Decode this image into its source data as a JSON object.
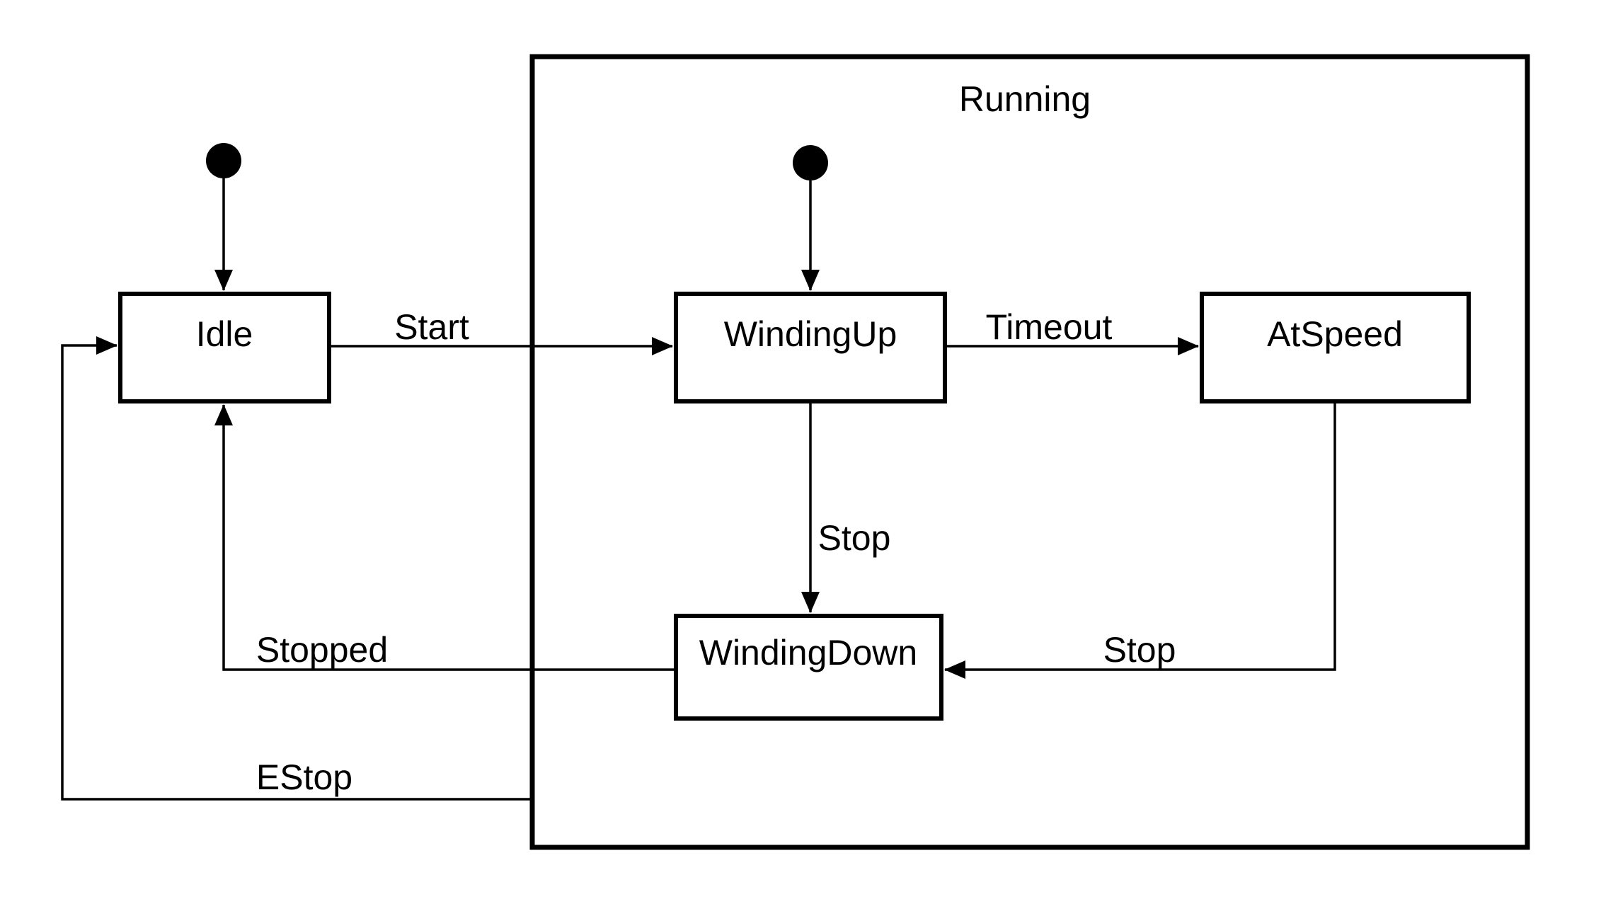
{
  "diagram": {
    "type": "uml-state-machine",
    "colors": {
      "line": "#000000",
      "background": "#ffffff"
    },
    "composite_region": {
      "id": "running",
      "label": "Running"
    },
    "states": [
      {
        "id": "idle",
        "label": "Idle",
        "inside_region": false
      },
      {
        "id": "windingup",
        "label": "WindingUp",
        "inside_region": true
      },
      {
        "id": "atspeed",
        "label": "AtSpeed",
        "inside_region": true
      },
      {
        "id": "windingdown",
        "label": "WindingDown",
        "inside_region": true
      }
    ],
    "initial_transitions": [
      {
        "to": "Idle"
      },
      {
        "to": "WindingUp"
      }
    ],
    "transitions": {
      "start": {
        "from": "Idle",
        "to": "WindingUp",
        "label": "Start"
      },
      "timeout": {
        "from": "WindingUp",
        "to": "AtSpeed",
        "label": "Timeout"
      },
      "stop_from_windingup": {
        "from": "WindingUp",
        "to": "WindingDown",
        "label": "Stop"
      },
      "stop_from_atspeed": {
        "from": "AtSpeed",
        "to": "WindingDown",
        "label": "Stop"
      },
      "stopped": {
        "from": "WindingDown",
        "to": "Idle",
        "label": "Stopped"
      },
      "estop": {
        "from": "Running",
        "to": "Idle",
        "label": "EStop"
      }
    }
  }
}
